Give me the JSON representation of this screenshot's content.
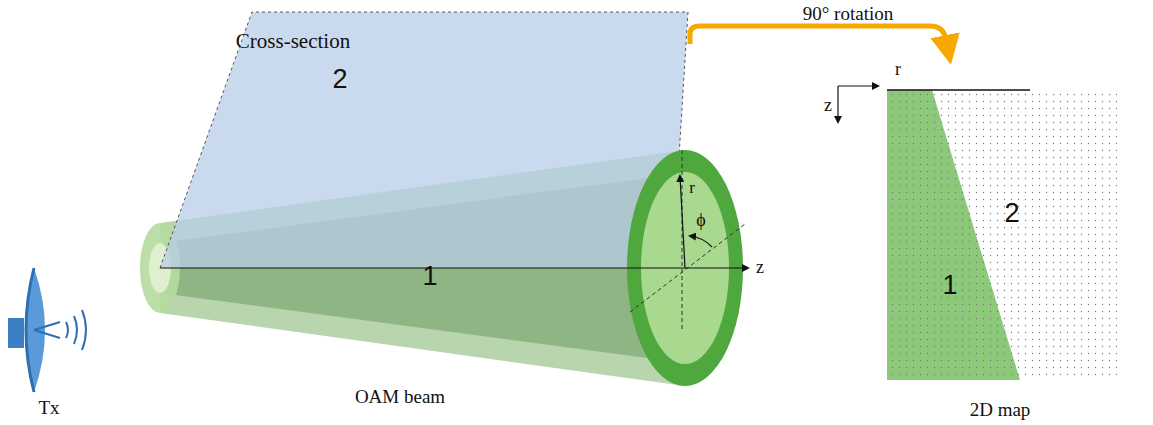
{
  "diagram": {
    "labels": [
      "90° rotation",
      "Cross-section",
      "2",
      "1",
      "r",
      "ϕ",
      "z",
      "Tx",
      "OAM beam",
      "r",
      "z",
      "2",
      "1",
      "2D map"
    ]
  }
}
